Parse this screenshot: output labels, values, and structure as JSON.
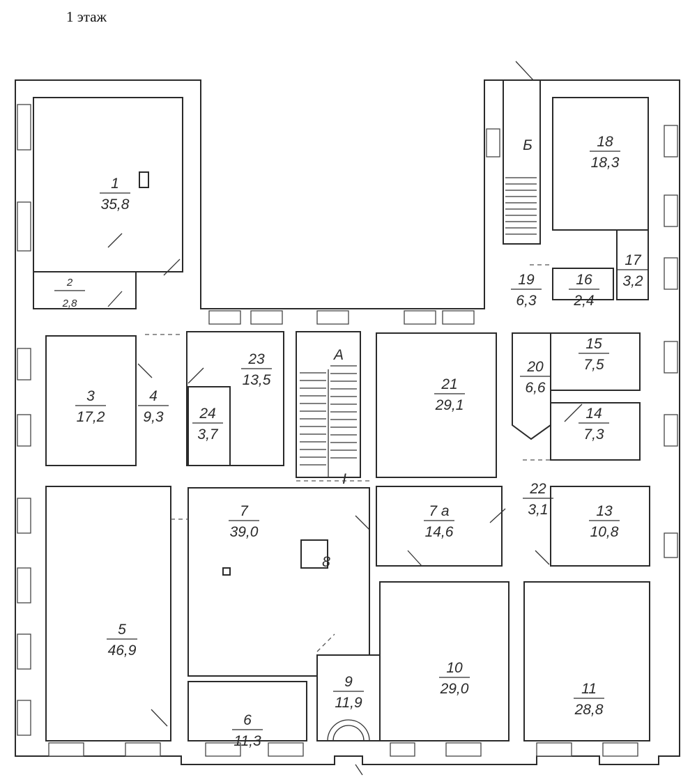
{
  "title": "1 этаж",
  "stairs": [
    {
      "label": "А"
    },
    {
      "label": "Б"
    },
    {
      "label": "I"
    }
  ],
  "rooms": [
    {
      "number": "1",
      "area": "35,8"
    },
    {
      "number": "2",
      "area": "2,8"
    },
    {
      "number": "3",
      "area": "17,2"
    },
    {
      "number": "4",
      "area": "9,3"
    },
    {
      "number": "5",
      "area": "46,9"
    },
    {
      "number": "6",
      "area": "11,3"
    },
    {
      "number": "7",
      "area": "39,0"
    },
    {
      "number": "7 а",
      "area": "14,6"
    },
    {
      "number": "8",
      "area": ""
    },
    {
      "number": "9",
      "area": "11,9"
    },
    {
      "number": "10",
      "area": "29,0"
    },
    {
      "number": "11",
      "area": "28,8"
    },
    {
      "number": "13",
      "area": "10,8"
    },
    {
      "number": "14",
      "area": "7,3"
    },
    {
      "number": "15",
      "area": "7,5"
    },
    {
      "number": "16",
      "area": "2,4"
    },
    {
      "number": "17",
      "area": "3,2"
    },
    {
      "number": "18",
      "area": "18,3"
    },
    {
      "number": "19",
      "area": "6,3"
    },
    {
      "number": "20",
      "area": "6,6"
    },
    {
      "number": "21",
      "area": "29,1"
    },
    {
      "number": "22",
      "area": "3,1"
    },
    {
      "number": "23",
      "area": "13,5"
    },
    {
      "number": "24",
      "area": "3,7"
    }
  ]
}
